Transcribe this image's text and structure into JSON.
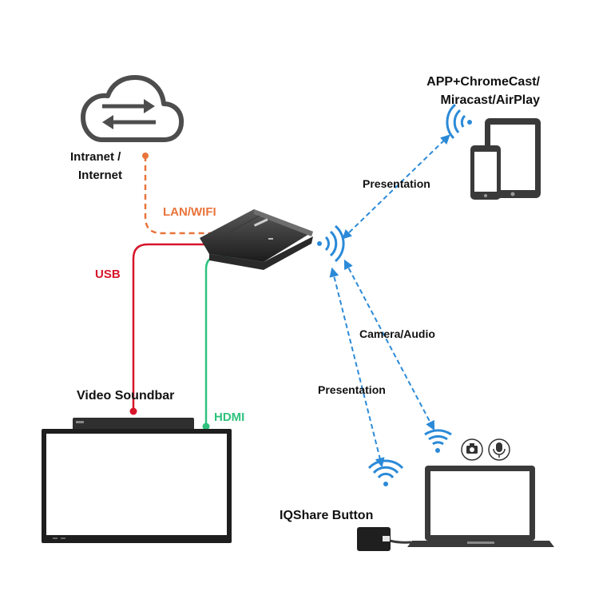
{
  "labels": {
    "intranet_line1": "Intranet /",
    "intranet_line2": "Internet",
    "lan_wifi": "LAN/WIFI",
    "usb": "USB",
    "hdmi": "HDMI",
    "video_soundbar": "Video Soundbar",
    "app_line1": "APP+ChromeCast/",
    "app_line2": "Miracast/AirPlay",
    "presentation_top": "Presentation",
    "camera_audio": "Camera/Audio",
    "presentation_bottom": "Presentation",
    "iqshare_button": "IQShare Button"
  },
  "colors": {
    "lan": "#e8743b",
    "usb": "#d7152a",
    "hdmi": "#2ec27e",
    "wireless": "#2b8ad8",
    "text": "#111111"
  },
  "icons": {
    "cloud": "cloud-sync-icon",
    "box": "wireless-presentation-box",
    "phone_tablet": "phone-tablet-icon",
    "laptop": "laptop-icon",
    "camera": "camera-icon",
    "mic": "microphone-icon"
  }
}
